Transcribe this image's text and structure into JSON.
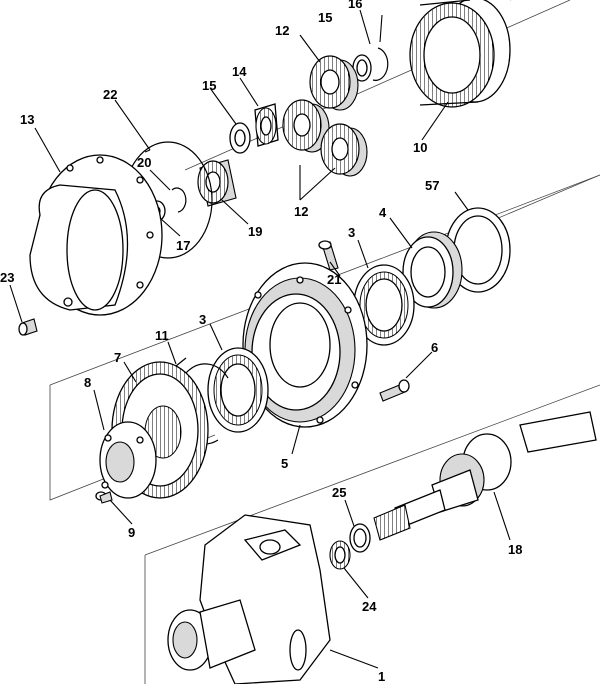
{
  "diagram": {
    "callouts": {
      "c1": "1",
      "c3a": "3",
      "c3b": "3",
      "c4": "4",
      "c5": "5",
      "c6": "6",
      "c7": "7",
      "c8": "8",
      "c9": "9",
      "c10": "10",
      "c11": "11",
      "c12a": "12",
      "c12b": "12",
      "c13": "13",
      "c14": "14",
      "c15a": "15",
      "c15b": "15",
      "c16": "16",
      "c17": "17",
      "c18": "18",
      "c19": "19",
      "c20": "20",
      "c21": "21",
      "c22": "22",
      "c23": "23",
      "c24": "24",
      "c25": "25",
      "c57": "57"
    }
  }
}
